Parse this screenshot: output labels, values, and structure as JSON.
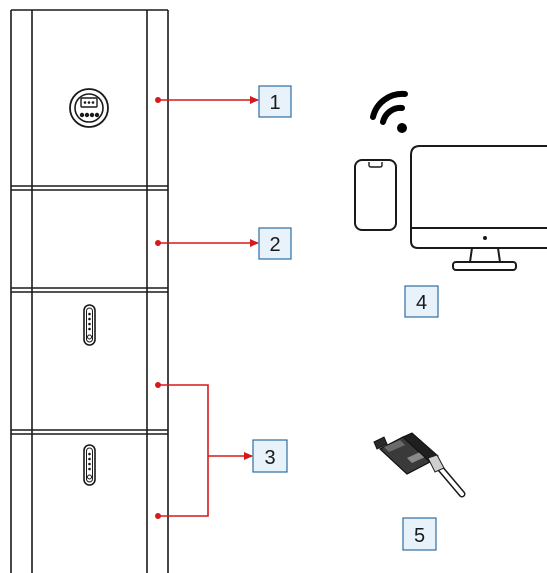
{
  "colors": {
    "accent_red": "#d7191c",
    "label_box_fill": "#e8f2fb",
    "label_box_stroke": "#2e6da4",
    "outline": "#1a1a1a"
  },
  "callouts": [
    {
      "id": "1",
      "label": "1"
    },
    {
      "id": "2",
      "label": "2"
    },
    {
      "id": "3",
      "label": "3"
    },
    {
      "id": "4",
      "label": "4"
    },
    {
      "id": "5",
      "label": "5"
    }
  ],
  "icons": {
    "inverter_display": "display-icon",
    "battery_indicator": "led-indicator-icon",
    "wifi": "wifi-icon",
    "phone": "smartphone-icon",
    "monitor": "monitor-icon",
    "connector": "dc-connector-icon"
  }
}
